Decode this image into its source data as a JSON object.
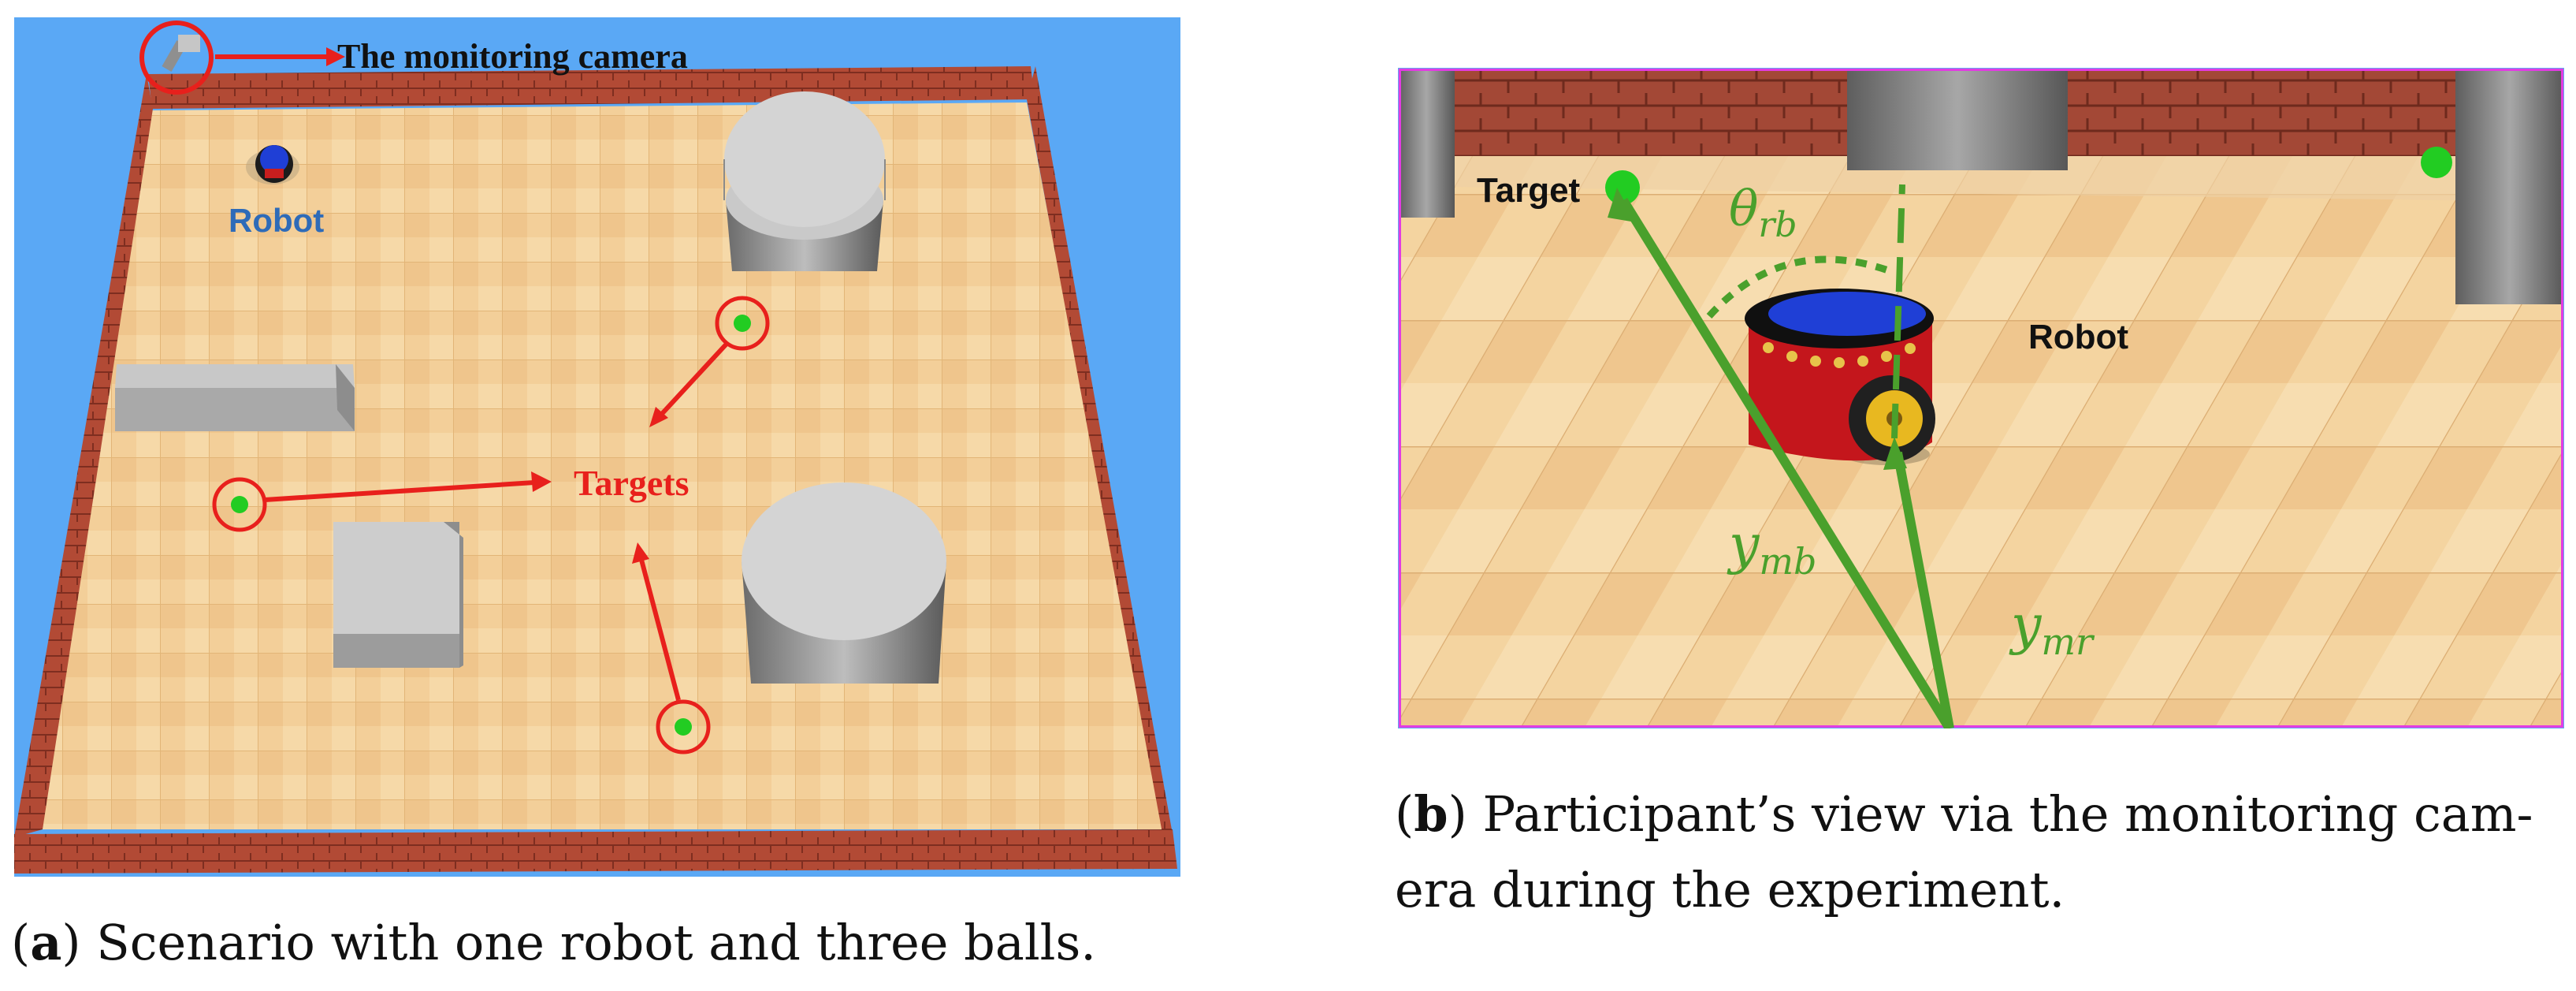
{
  "panel_a": {
    "camera_label": "The monitoring camera",
    "robot_label": "Robot",
    "targets_label": "Targets",
    "caption_letter": "a",
    "caption_text": "Scenario with one robot and three balls."
  },
  "panel_b": {
    "target_label": "Target",
    "robot_label": "Robot",
    "theta_symbol": "θ",
    "theta_sub": "rb",
    "ymb_symbol": "y",
    "ymb_sub": "mb",
    "ymr_symbol": "y",
    "ymr_sub": "mr",
    "caption_letter": "b",
    "caption_line1": "Participant’s view via the monitoring cam-",
    "caption_line2": "era during the experiment."
  },
  "colors": {
    "sky": "#5aa8f5",
    "wall": "#b5513b",
    "floor": "#f2cf98",
    "obstacle": "#cfcfcf",
    "annotation_red": "#e8201c",
    "annotation_green": "#4aa02c",
    "ball": "#22cc22"
  }
}
